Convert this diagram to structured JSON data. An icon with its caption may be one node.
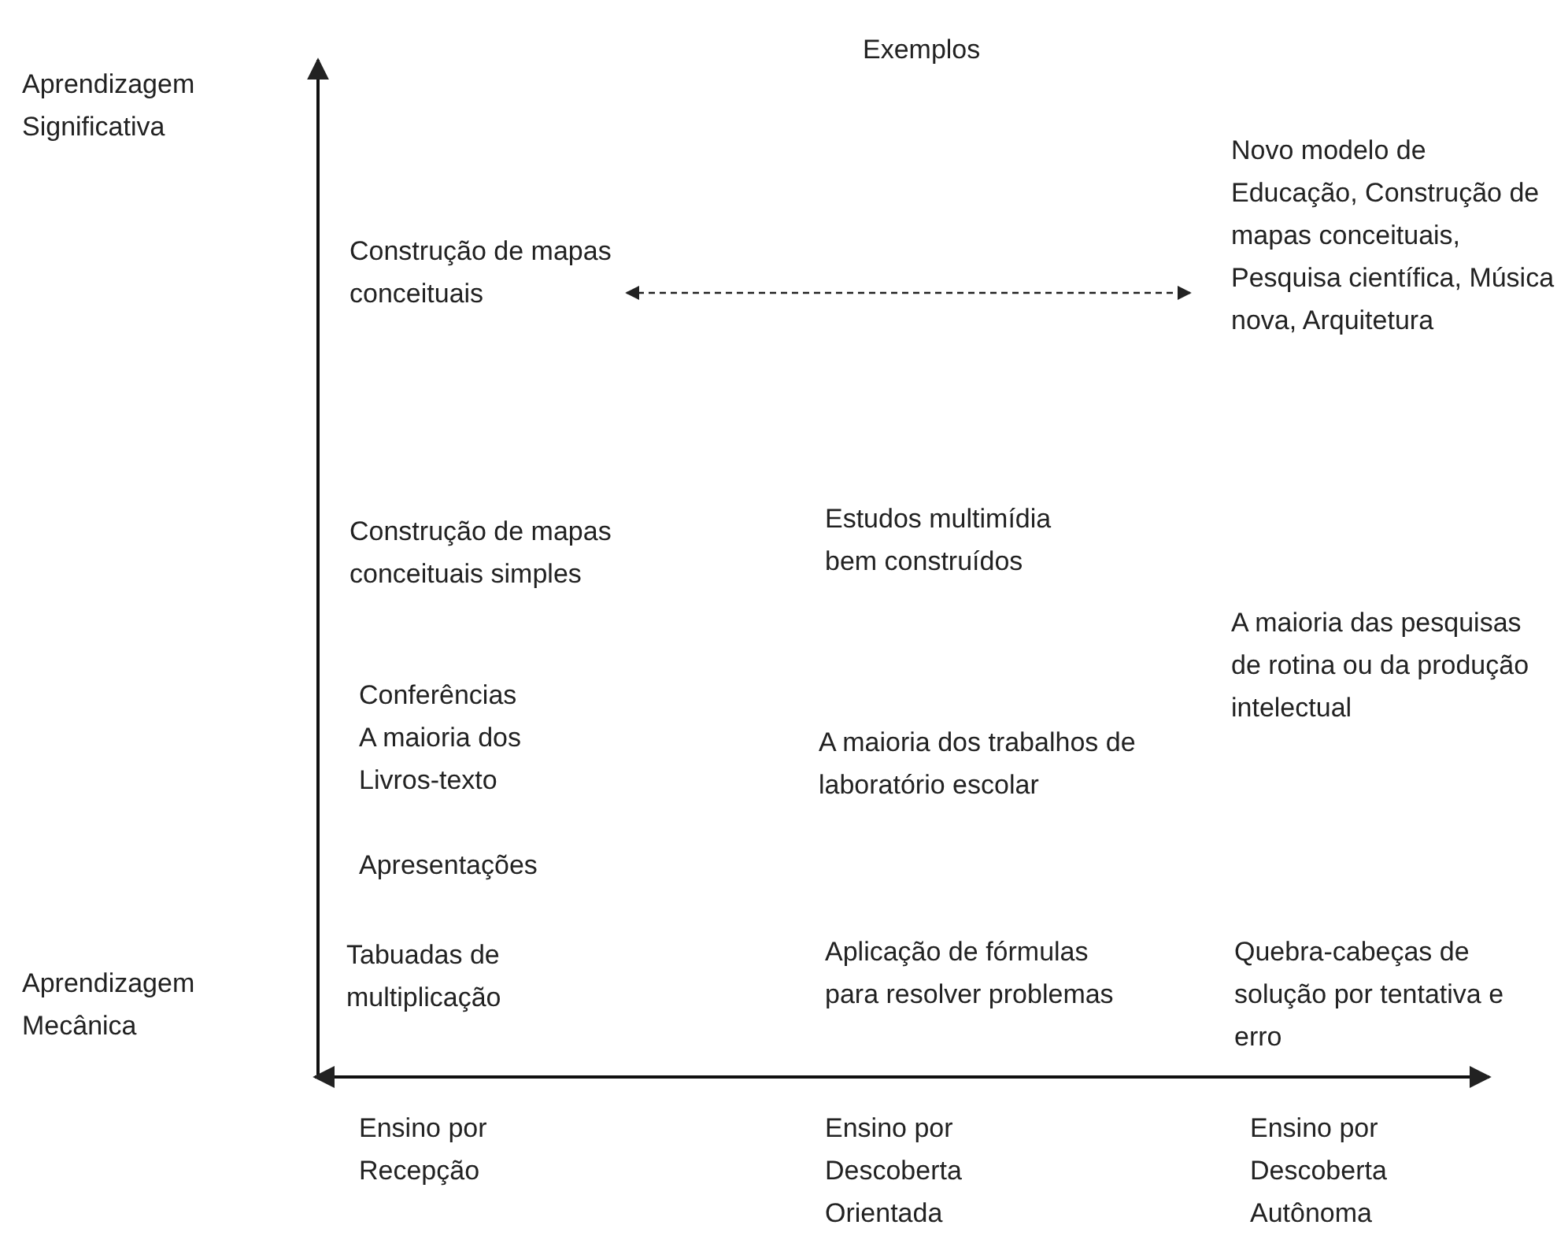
{
  "diagram": {
    "nodes": [
      {
        "text": [
          "Construção de mapas conceituais"
        ]
      },
      {
        "text": [
          "Novo modelo de Educação, Construção de mapas conceituais, Pesquisa científica, Música nova, Arquitetura"
        ]
      }
    ],
    "edges": [
      {
        "from": 0,
        "to": 1,
        "arrow": "both",
        "style": "dashed"
      }
    ],
    "labels": [
      "Exemplos",
      "Aprendizagem Significativa",
      "Construção de mapas conceituais simples",
      "Estudos multimídia bem construídos",
      "A maioria das pesquisas de rotina ou da produção intelectual",
      "Conferências",
      "A maioria dos Livros-texto",
      "A maioria dos trabalhos de laboratório escolar",
      "Apresentações",
      "Aprendizagem Mecânica",
      "Tabuadas de multiplicação",
      "Aplicação de fórmulas para resolver problemas",
      "Quebra-cabeças de solução por tentativa e erro",
      "Ensino por Recepção",
      "Ensino por Descoberta Orientada",
      "Ensino por Descoberta Autônoma"
    ]
  }
}
